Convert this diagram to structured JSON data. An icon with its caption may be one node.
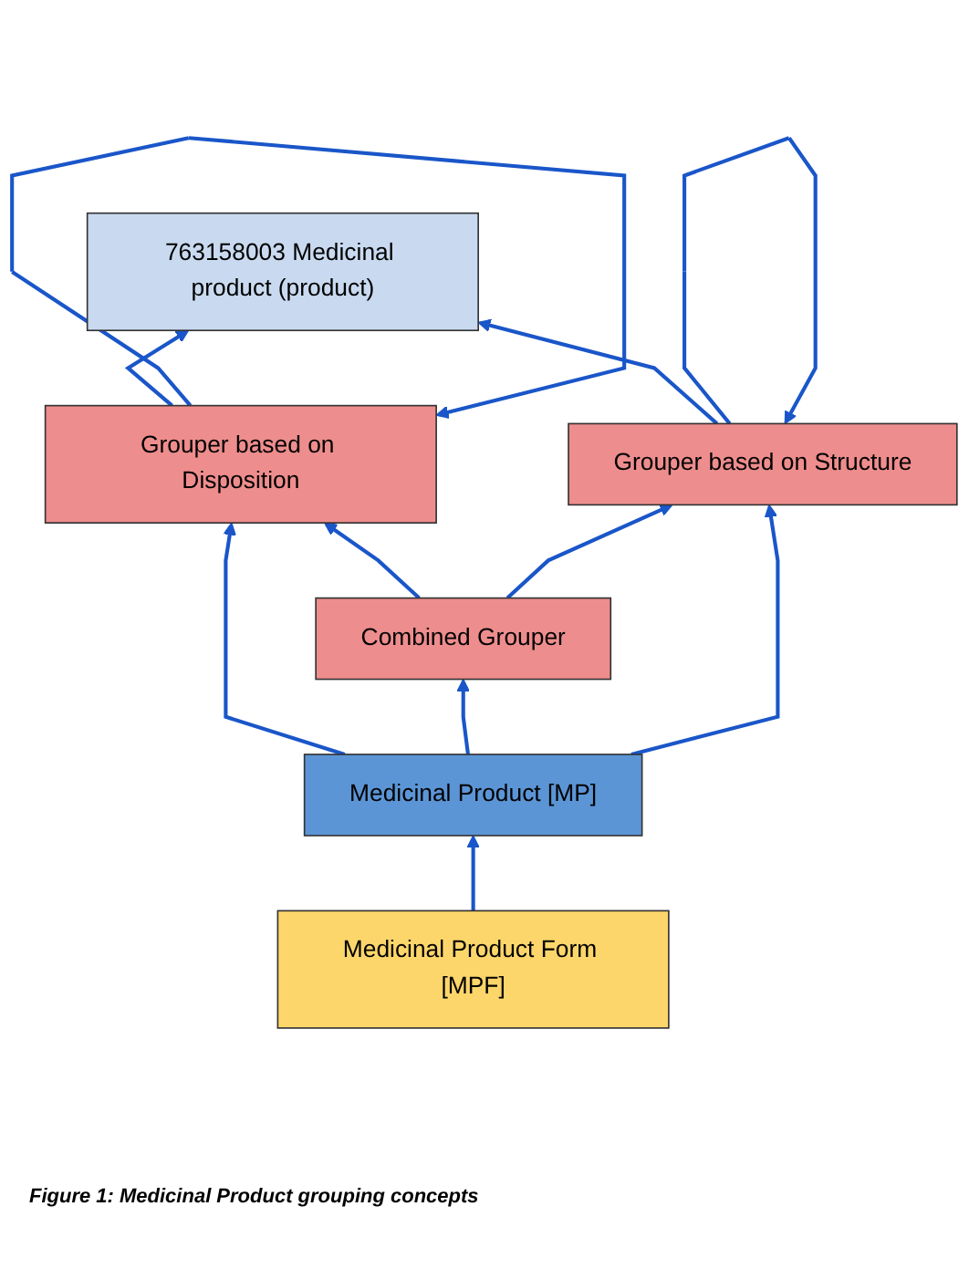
{
  "diagram": {
    "caption": "Figure 1: Medicinal Product grouping concepts",
    "nodes": [
      {
        "text": [
          "763158003 Medicinal product (product)"
        ]
      },
      {
        "text": [
          "Grouper based on Disposition"
        ]
      },
      {
        "text": [
          "Grouper based on Structure"
        ]
      },
      {
        "text": [
          "Combined Grouper"
        ]
      },
      {
        "text": [
          "Medicinal Product [MP]"
        ]
      },
      {
        "text": [
          "Medicinal Product Form [MPF]"
        ]
      }
    ],
    "edges": [
      {
        "from": 1,
        "to": 0,
        "arrow": "to"
      },
      {
        "from": 2,
        "to": 0,
        "arrow": "to"
      },
      {
        "from": 1,
        "to": 1,
        "arrow": "to"
      },
      {
        "from": 2,
        "to": 2,
        "arrow": "to"
      },
      {
        "from": 3,
        "to": 1,
        "arrow": "to"
      },
      {
        "from": 3,
        "to": 2,
        "arrow": "to"
      },
      {
        "from": 4,
        "to": 1,
        "arrow": "to"
      },
      {
        "from": 4,
        "to": 3,
        "arrow": "to"
      },
      {
        "from": 4,
        "to": 2,
        "arrow": "to"
      },
      {
        "from": 5,
        "to": 4,
        "arrow": "to"
      }
    ]
  }
}
